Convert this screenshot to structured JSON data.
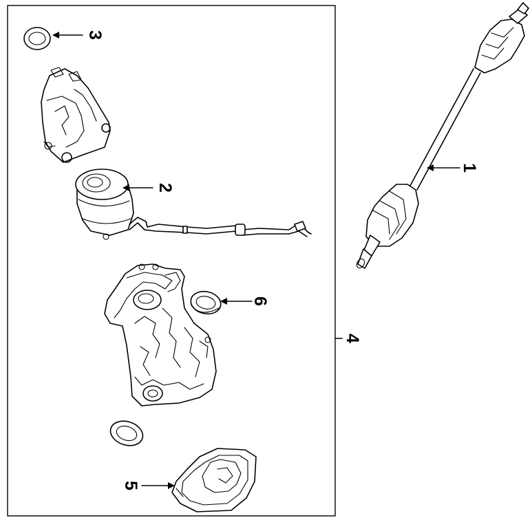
{
  "diagram": {
    "callouts": {
      "axle_shaft": "1",
      "motor": "2",
      "seal_top": "3",
      "housing_assembly": "4",
      "cover": "5",
      "seal_side": "6"
    }
  }
}
